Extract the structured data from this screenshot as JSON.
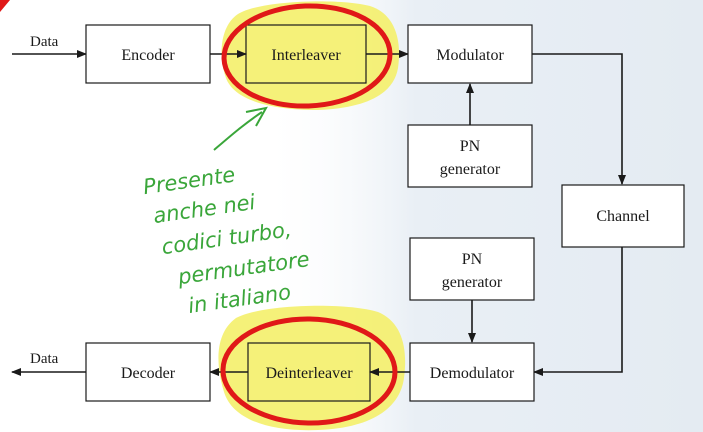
{
  "colors": {
    "highlight": "#f4f06a",
    "circle": "#e01818",
    "handwriting": "#3aa63a",
    "ink": "#1a1a1a",
    "shade": "#e7eef4"
  },
  "diagram": {
    "input_label": "Data",
    "output_label": "Data",
    "blocks": {
      "encoder": "Encoder",
      "interleaver": "Interleaver",
      "modulator": "Modulator",
      "pn_top": [
        "PN",
        "generator"
      ],
      "channel": "Channel",
      "pn_bottom": [
        "PN",
        "generator"
      ],
      "demodulator": "Demodulator",
      "deinterleaver": "Deinterleaver",
      "decoder": "Decoder"
    }
  },
  "annotation": {
    "lines": [
      "Presente",
      "anche nei",
      "codici turbo,",
      "permutatore",
      "in italiano"
    ]
  }
}
